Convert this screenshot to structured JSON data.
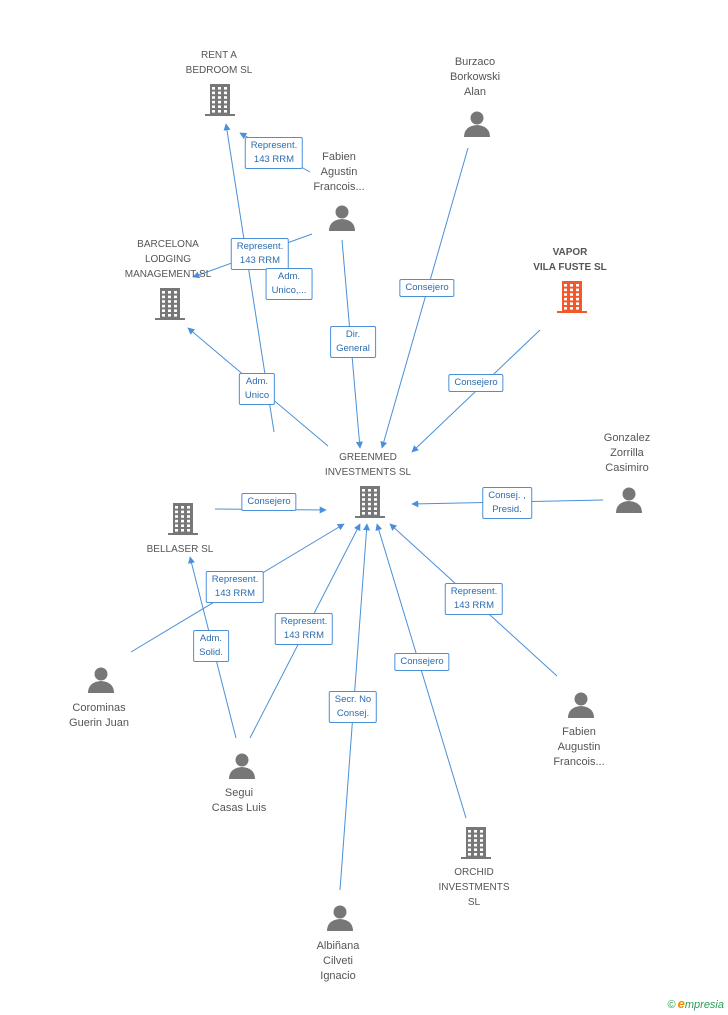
{
  "colors": {
    "edge": "#4a90d9",
    "node": "#777777",
    "highlight": "#f2582a"
  },
  "nodes": [
    {
      "id": "rentabedroom",
      "type": "company",
      "lines": [
        "RENT A",
        "BEDROOM SL"
      ],
      "icon": "building-icon"
    },
    {
      "id": "burzaco",
      "type": "person",
      "lines": [
        "Burzaco",
        "Borkowski",
        "Alan"
      ],
      "icon": "person-icon"
    },
    {
      "id": "fabien_top",
      "type": "person",
      "lines": [
        "Fabien",
        "Agustin",
        "Francois..."
      ],
      "icon": "person-icon"
    },
    {
      "id": "barcelona",
      "type": "company",
      "lines": [
        "BARCELONA",
        "LODGING",
        "MANAGEMENT SL"
      ],
      "icon": "building-icon"
    },
    {
      "id": "vapor",
      "type": "company-highlight",
      "lines": [
        "VAPOR",
        "VILA FUSTE SL"
      ],
      "icon": "building-icon"
    },
    {
      "id": "greenmed",
      "type": "company",
      "lines": [
        "GREENMED",
        "INVESTMENTS SL"
      ],
      "icon": "building-icon"
    },
    {
      "id": "gonzalez",
      "type": "person",
      "lines": [
        "Gonzalez",
        "Zorrilla",
        "Casimiro"
      ],
      "icon": "person-icon"
    },
    {
      "id": "bellaser",
      "type": "company",
      "lines": [
        "BELLASER SL"
      ],
      "icon": "building-icon"
    },
    {
      "id": "corominas",
      "type": "person",
      "lines": [
        "Corominas",
        "Guerin Juan"
      ],
      "icon": "person-icon"
    },
    {
      "id": "segui",
      "type": "person",
      "lines": [
        "Segui",
        "Casas Luis"
      ],
      "icon": "person-icon"
    },
    {
      "id": "fabien_bottom",
      "type": "person",
      "lines": [
        "Fabien",
        "Augustin",
        "Francois..."
      ],
      "icon": "person-icon"
    },
    {
      "id": "orchid",
      "type": "company",
      "lines": [
        "ORCHID",
        "INVESTMENTS",
        "SL"
      ],
      "icon": "building-icon"
    },
    {
      "id": "albinana",
      "type": "person",
      "lines": [
        "Albiñana",
        "Cilveti",
        "Ignacio"
      ],
      "icon": "person-icon"
    }
  ],
  "edges": [
    {
      "from": "fabien_top",
      "to": "rentabedroom",
      "lines": [
        "Represent.",
        "143 RRM"
      ]
    },
    {
      "from": "greenmed",
      "to": "rentabedroom",
      "lines": [
        "Represent.",
        "143 RRM"
      ]
    },
    {
      "from": "fabien_top",
      "to": "barcelona",
      "lines": [
        "Adm.",
        "Unico,..."
      ]
    },
    {
      "from": "greenmed",
      "to": "barcelona",
      "lines": [
        "Adm.",
        "Unico"
      ]
    },
    {
      "from": "fabien_top",
      "to": "greenmed",
      "lines": [
        "Dir.",
        "General"
      ]
    },
    {
      "from": "burzaco",
      "to": "greenmed",
      "lines": [
        "Consejero"
      ]
    },
    {
      "from": "vapor",
      "to": "greenmed",
      "lines": [
        "Consejero"
      ]
    },
    {
      "from": "gonzalez",
      "to": "greenmed",
      "lines": [
        "Consej. ,",
        "Presid."
      ]
    },
    {
      "from": "bellaser",
      "to": "greenmed",
      "lines": [
        "Consejero"
      ]
    },
    {
      "from": "corominas",
      "to": "greenmed",
      "lines": [
        "Represent.",
        "143 RRM"
      ]
    },
    {
      "from": "segui",
      "to": "bellaser",
      "lines": [
        "Adm.",
        "Solid."
      ]
    },
    {
      "from": "segui",
      "to": "greenmed",
      "lines": [
        "Represent.",
        "143 RRM"
      ]
    },
    {
      "from": "fabien_bottom",
      "to": "greenmed",
      "lines": [
        "Represent.",
        "143 RRM"
      ]
    },
    {
      "from": "orchid",
      "to": "greenmed",
      "lines": [
        "Consejero"
      ]
    },
    {
      "from": "albinana",
      "to": "greenmed",
      "lines": [
        "Secr.  No",
        "Consej."
      ]
    }
  ],
  "brand": {
    "copyright": "©",
    "name": "mpresia",
    "initial": "e"
  }
}
